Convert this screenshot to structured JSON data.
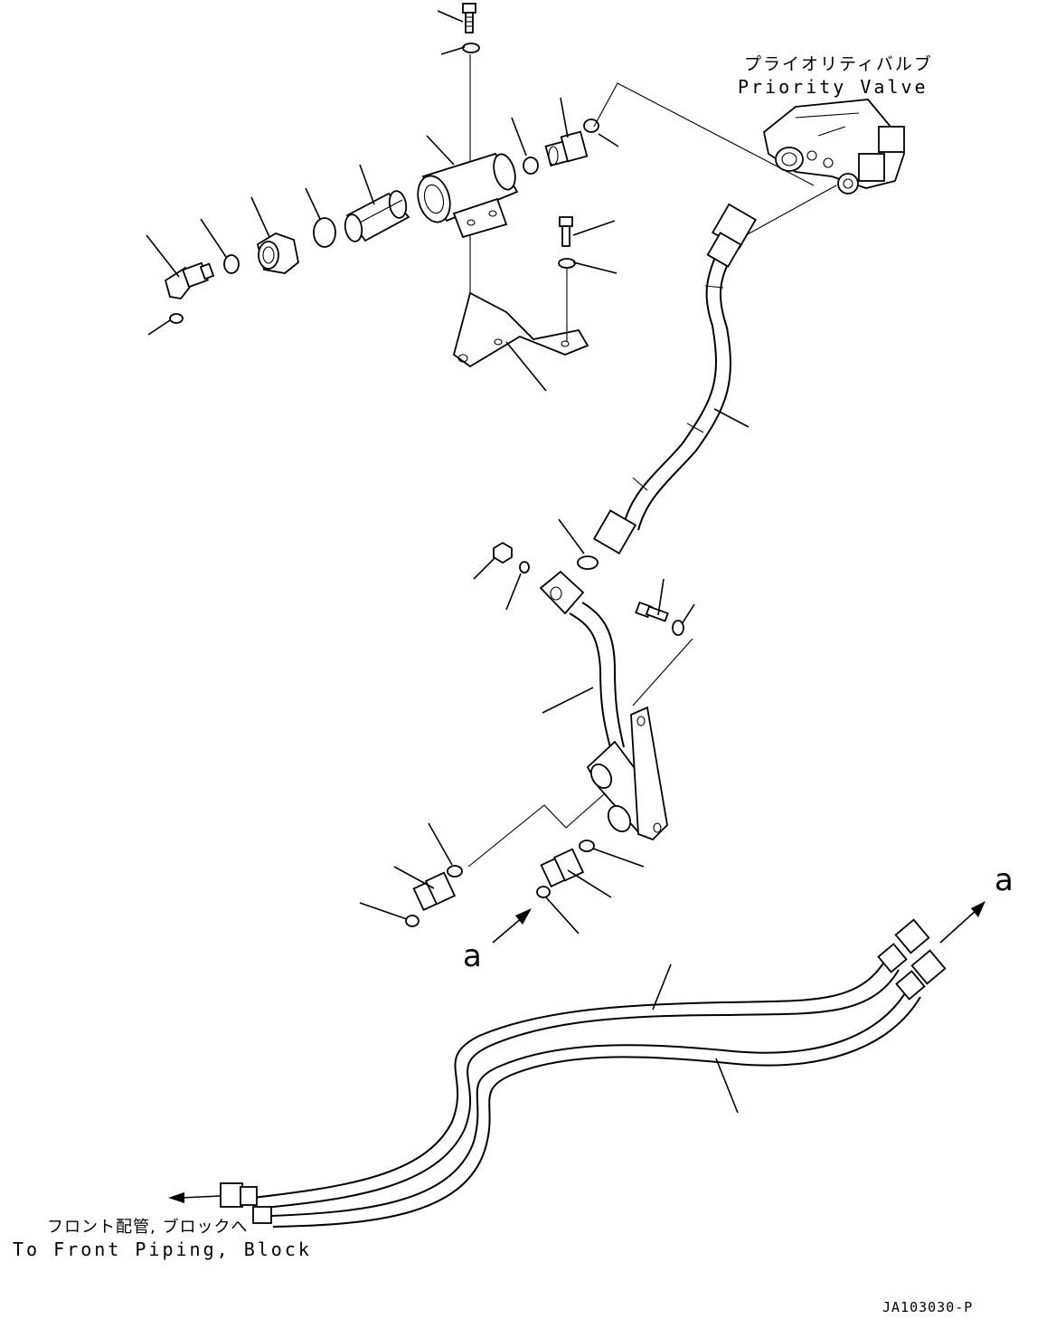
{
  "labels": {
    "priority_valve_jp": "プライオリティバルブ",
    "priority_valve_en": "Priority Valve",
    "front_piping_jp": "フロント配管, ブロックへ",
    "front_piping_en": "To Front Piping, Block",
    "callout_a_right": "a",
    "callout_a_left": "a",
    "drawing_code": "JA103030-P"
  }
}
